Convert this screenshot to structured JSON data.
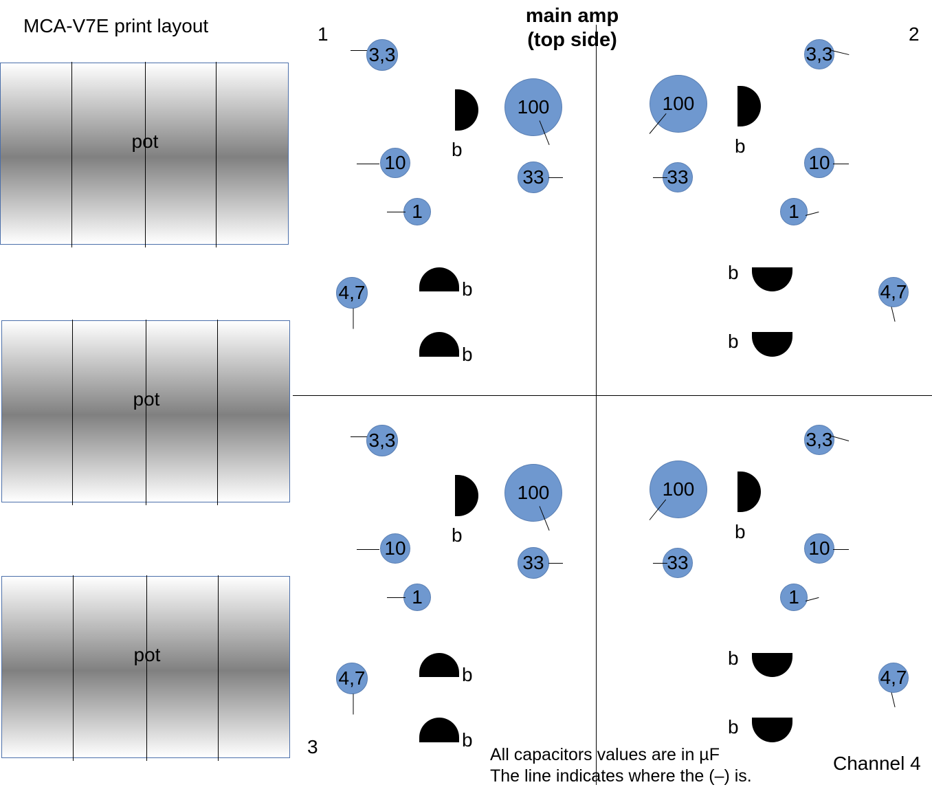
{
  "title": "MCA-V7E print layout",
  "pots": [
    {
      "label": "pot"
    },
    {
      "label": "pot"
    },
    {
      "label": "pot"
    }
  ],
  "header": {
    "line1": "main amp",
    "line2": "(top side)"
  },
  "channels": {
    "c1": "1",
    "c2": "2",
    "c3": "3",
    "c4": "Channel 4"
  },
  "note": {
    "line1": "All capacitors values are in µF",
    "line2": "The line indicates where the (–) is."
  },
  "quadrants": [
    {
      "capacitors": [
        "3,3",
        "100",
        "10",
        "33",
        "1",
        "4,7"
      ],
      "bridges": [
        "b",
        "b",
        "b"
      ]
    },
    {
      "capacitors": [
        "3,3",
        "100",
        "10",
        "33",
        "1",
        "4,7"
      ],
      "bridges": [
        "b",
        "b",
        "b"
      ]
    },
    {
      "capacitors": [
        "3,3",
        "100",
        "10",
        "33",
        "1",
        "4,7"
      ],
      "bridges": [
        "b",
        "b",
        "b"
      ]
    },
    {
      "capacitors": [
        "3,3",
        "100",
        "10",
        "33",
        "1",
        "4,7"
      ],
      "bridges": [
        "b",
        "b",
        "b"
      ]
    }
  ],
  "colors": {
    "capacitor_fill": "#6f98cf",
    "bridge_fill": "#000000",
    "pot_border": "#4a6ea9"
  }
}
